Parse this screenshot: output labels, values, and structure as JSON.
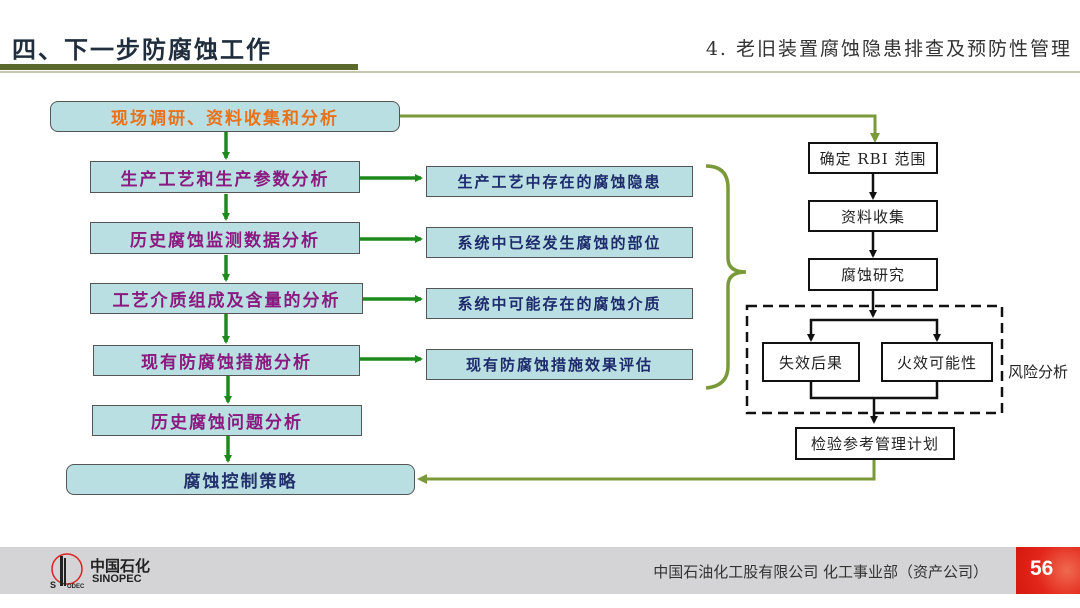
{
  "header": {
    "title": "四、下一步防腐蚀工作",
    "subtitle": "4. 老旧装置腐蚀隐患排查及预防性管理"
  },
  "colors": {
    "box_fill": "#b9dfe2",
    "primary_arrow": "#1e8a1e",
    "secondary_arrow": "#7a9a3a",
    "title_bar": "#5a6a2e",
    "left_text": "#8a1a7f",
    "top_text": "#e8721a",
    "mid_text": "#1d2a6b",
    "page_badge": "#e2261b"
  },
  "left_flow": {
    "start": "现场调研、资料收集和分析",
    "steps": [
      "生产工艺和生产参数分析",
      "历史腐蚀监测数据分析",
      "工艺介质组成及含量的分析",
      "现有防腐蚀措施分析",
      "历史腐蚀问题分析"
    ],
    "end": "腐蚀控制策略"
  },
  "middle_outputs": [
    "生产工艺中存在的腐蚀隐患",
    "系统中已经发生腐蚀的部位",
    "系统中可能存在的腐蚀介质",
    "现有防腐蚀措施效果评估"
  ],
  "rbi_flow": {
    "step1": "确定 RBI 范围",
    "step2": "资料收集",
    "step3": "腐蚀研究",
    "risk_left": "失效后果",
    "risk_right": "火效可能性",
    "risk_group_label": "风险分析",
    "final": "检验参考管理计划"
  },
  "footer": {
    "logo_cn": "中国石化",
    "logo_en": "SINOPEC",
    "company": "中国石油化工股有限公司  化工事业部（资产公司）",
    "page_number": "56"
  }
}
